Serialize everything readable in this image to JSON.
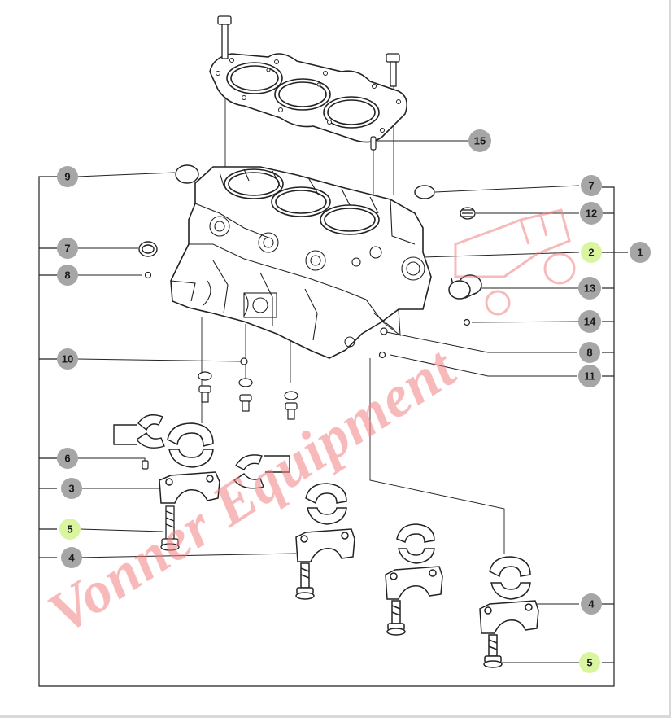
{
  "diagram": {
    "callouts": [
      {
        "id": "c9",
        "label": "9",
        "style": "gray"
      },
      {
        "id": "c7a",
        "label": "7",
        "style": "gray"
      },
      {
        "id": "c8a",
        "label": "8",
        "style": "gray"
      },
      {
        "id": "c10",
        "label": "10",
        "style": "gray"
      },
      {
        "id": "c6",
        "label": "6",
        "style": "gray"
      },
      {
        "id": "c3",
        "label": "3",
        "style": "gray"
      },
      {
        "id": "c5a",
        "label": "5",
        "style": "green"
      },
      {
        "id": "c4a",
        "label": "4",
        "style": "gray"
      },
      {
        "id": "c15",
        "label": "15",
        "style": "gray"
      },
      {
        "id": "c7b",
        "label": "7",
        "style": "gray"
      },
      {
        "id": "c12",
        "label": "12",
        "style": "gray"
      },
      {
        "id": "c2",
        "label": "2",
        "style": "green"
      },
      {
        "id": "c1",
        "label": "1",
        "style": "gray"
      },
      {
        "id": "c13",
        "label": "13",
        "style": "gray"
      },
      {
        "id": "c14",
        "label": "14",
        "style": "gray"
      },
      {
        "id": "c8b",
        "label": "8",
        "style": "gray"
      },
      {
        "id": "c11",
        "label": "11",
        "style": "gray"
      },
      {
        "id": "c4b",
        "label": "4",
        "style": "gray"
      },
      {
        "id": "c5b",
        "label": "5",
        "style": "green"
      }
    ],
    "watermark": {
      "text": "Vonner Equipment"
    },
    "colors": {
      "gray_marker": "#a6a6a6",
      "green_marker": "#d9f5a0",
      "line": "#222222",
      "watermark": "#f08080"
    }
  }
}
